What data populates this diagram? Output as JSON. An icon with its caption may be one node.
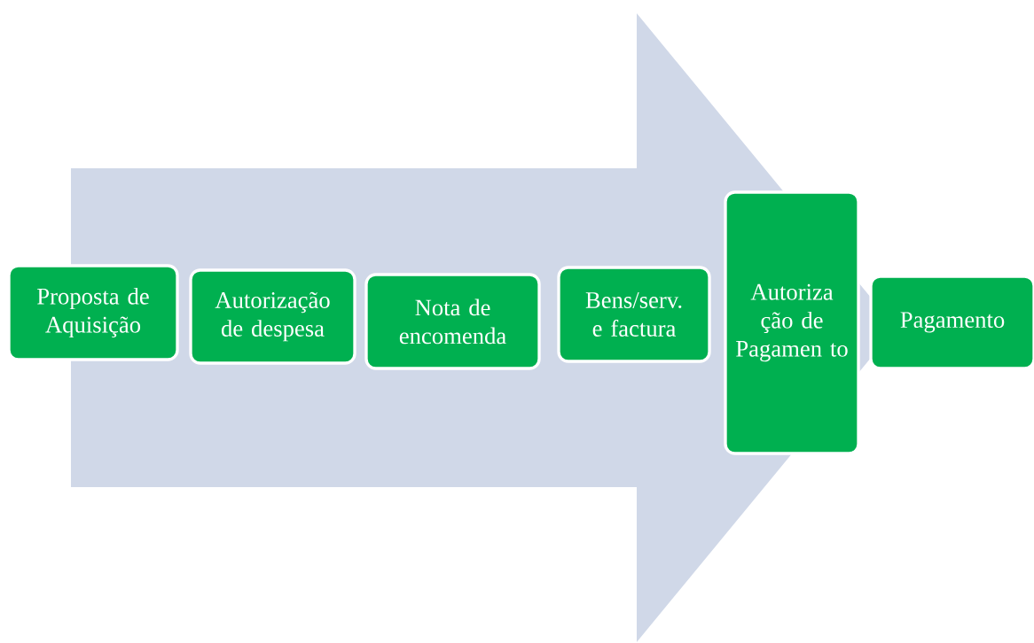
{
  "diagram": {
    "nodes": [
      {
        "text": [
          "Proposta de Aquisição"
        ]
      },
      {
        "text": [
          "Autorização de despesa"
        ]
      },
      {
        "text": [
          "Nota de encomenda"
        ]
      },
      {
        "text": [
          "Bens/serv. e factura"
        ]
      },
      {
        "text": [
          "Autoriza ção de Pagamen to"
        ]
      },
      {
        "text": [
          "Pagamento"
        ]
      }
    ],
    "edges": [
      {
        "from": 0,
        "to": 5,
        "arrow": "to"
      }
    ]
  }
}
